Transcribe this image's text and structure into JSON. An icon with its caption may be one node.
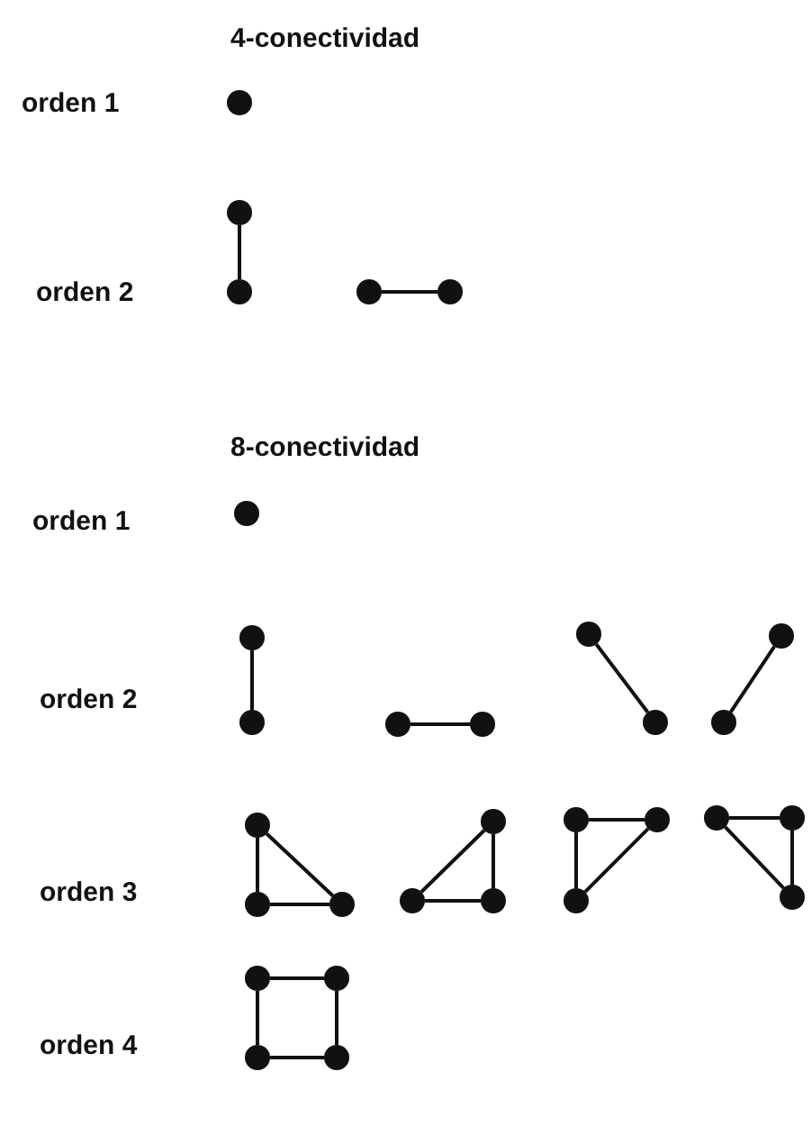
{
  "diagram": {
    "nodes": [
      {
        "text": [],
        "shape": "circle"
      },
      {
        "text": [],
        "shape": "circle"
      },
      {
        "text": [],
        "shape": "circle"
      },
      {
        "text": [],
        "shape": "circle"
      },
      {
        "text": [],
        "shape": "circle"
      },
      {
        "text": [],
        "shape": "circle"
      },
      {
        "text": [],
        "shape": "circle"
      },
      {
        "text": [],
        "shape": "circle"
      },
      {
        "text": [],
        "shape": "circle"
      },
      {
        "text": [],
        "shape": "circle"
      },
      {
        "text": [],
        "shape": "circle"
      },
      {
        "text": [],
        "shape": "circle"
      },
      {
        "text": [],
        "shape": "circle"
      },
      {
        "text": [],
        "shape": "circle"
      },
      {
        "text": [],
        "shape": "circle"
      },
      {
        "text": [],
        "shape": "circle"
      },
      {
        "text": [],
        "shape": "circle"
      },
      {
        "text": [],
        "shape": "circle"
      },
      {
        "text": [],
        "shape": "circle"
      },
      {
        "text": [],
        "shape": "circle"
      },
      {
        "text": [],
        "shape": "circle"
      },
      {
        "text": [],
        "shape": "circle"
      },
      {
        "text": [],
        "shape": "circle"
      },
      {
        "text": [],
        "shape": "circle"
      },
      {
        "text": [],
        "shape": "circle"
      },
      {
        "text": [],
        "shape": "circle"
      },
      {
        "text": [],
        "shape": "circle"
      },
      {
        "text": [],
        "shape": "circle"
      },
      {
        "text": [],
        "shape": "circle"
      },
      {
        "text": [],
        "shape": "circle"
      }
    ],
    "edges": [
      {
        "from": 1,
        "to": 2,
        "arrow": "none"
      },
      {
        "from": 3,
        "to": 4,
        "arrow": "none"
      },
      {
        "from": 6,
        "to": 7,
        "arrow": "none"
      },
      {
        "from": 8,
        "to": 9,
        "arrow": "none"
      },
      {
        "from": 10,
        "to": 11,
        "arrow": "none"
      },
      {
        "from": 12,
        "to": 13,
        "arrow": "none"
      },
      {
        "from": 14,
        "to": 15,
        "arrow": "none"
      },
      {
        "from": 15,
        "to": 16,
        "arrow": "none"
      },
      {
        "from": 14,
        "to": 16,
        "arrow": "none"
      },
      {
        "from": 17,
        "to": 18,
        "arrow": "none"
      },
      {
        "from": 18,
        "to": 19,
        "arrow": "none"
      },
      {
        "from": 19,
        "to": 17,
        "arrow": "none"
      },
      {
        "from": 20,
        "to": 21,
        "arrow": "none"
      },
      {
        "from": 20,
        "to": 22,
        "arrow": "none"
      },
      {
        "from": 21,
        "to": 22,
        "arrow": "none"
      },
      {
        "from": 23,
        "to": 24,
        "arrow": "none"
      },
      {
        "from": 24,
        "to": 25,
        "arrow": "none"
      },
      {
        "from": 23,
        "to": 25,
        "arrow": "none"
      },
      {
        "from": 26,
        "to": 27,
        "arrow": "none"
      },
      {
        "from": 26,
        "to": 28,
        "arrow": "none"
      },
      {
        "from": 27,
        "to": 29,
        "arrow": "none"
      },
      {
        "from": 28,
        "to": 29,
        "arrow": "none"
      }
    ],
    "labels": [
      "4-conectividad",
      "orden 1",
      "orden 2",
      "8-conectividad",
      "orden 1",
      "orden 2",
      "orden 3",
      "orden 4"
    ]
  }
}
